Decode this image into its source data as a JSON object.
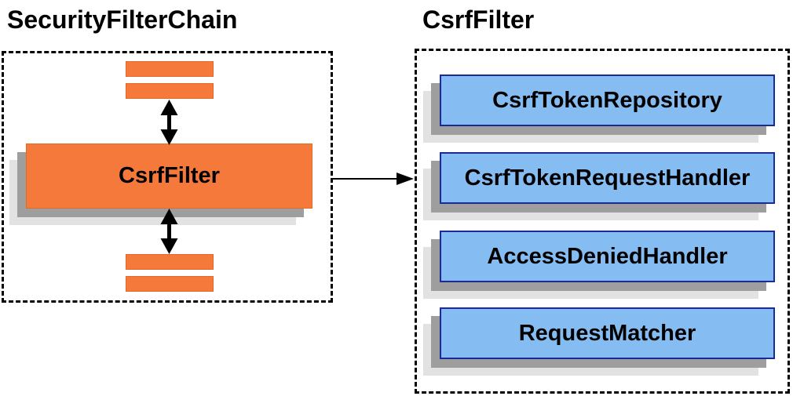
{
  "diagram": {
    "left_panel": {
      "title": "SecurityFilterChain",
      "filter_box_label": "CsrfFilter"
    },
    "right_panel": {
      "title": "CsrfFilter",
      "components": [
        "CsrfTokenRepository",
        "CsrfTokenRequestHandler",
        "AccessDeniedHandler",
        "RequestMatcher"
      ]
    },
    "colors": {
      "orange_fill": "#F5793B",
      "orange_border": "#E46826",
      "blue_fill": "#85BCF2",
      "blue_border": "#1A2B96",
      "shadow_mid": "#9E9E9E",
      "shadow_light": "#E2E2E2",
      "line_color": "#000000"
    }
  }
}
